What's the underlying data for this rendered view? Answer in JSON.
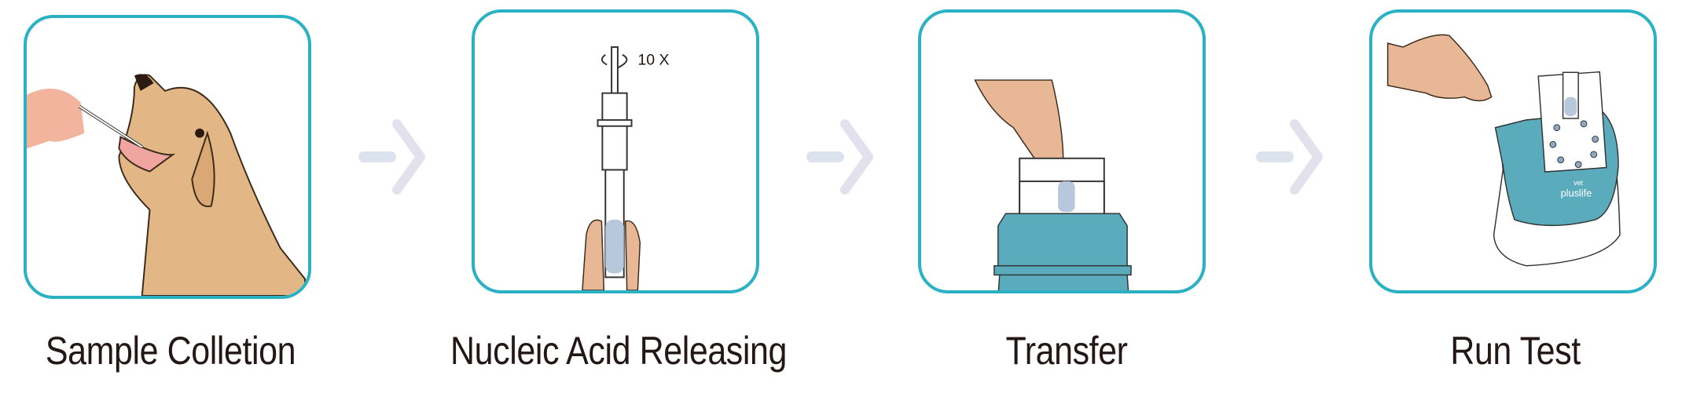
{
  "steps": [
    {
      "label": "Sample Colletion",
      "icon": "dog-swab-illustration"
    },
    {
      "label": "Nucleic Acid Releasing",
      "icon": "tube-twist-illustration",
      "annotation": "10 X"
    },
    {
      "label": "Transfer",
      "icon": "transfer-illustration"
    },
    {
      "label": "Run Test",
      "icon": "device-illustration",
      "device_brand": "pluslife",
      "device_sub": "vet"
    }
  ],
  "colors": {
    "border": "#2ab1c4",
    "device": "#5aabbb",
    "arrow": "#dce3ef",
    "skin": "#e8b896",
    "dog": "#e2b785",
    "text": "#231815"
  }
}
